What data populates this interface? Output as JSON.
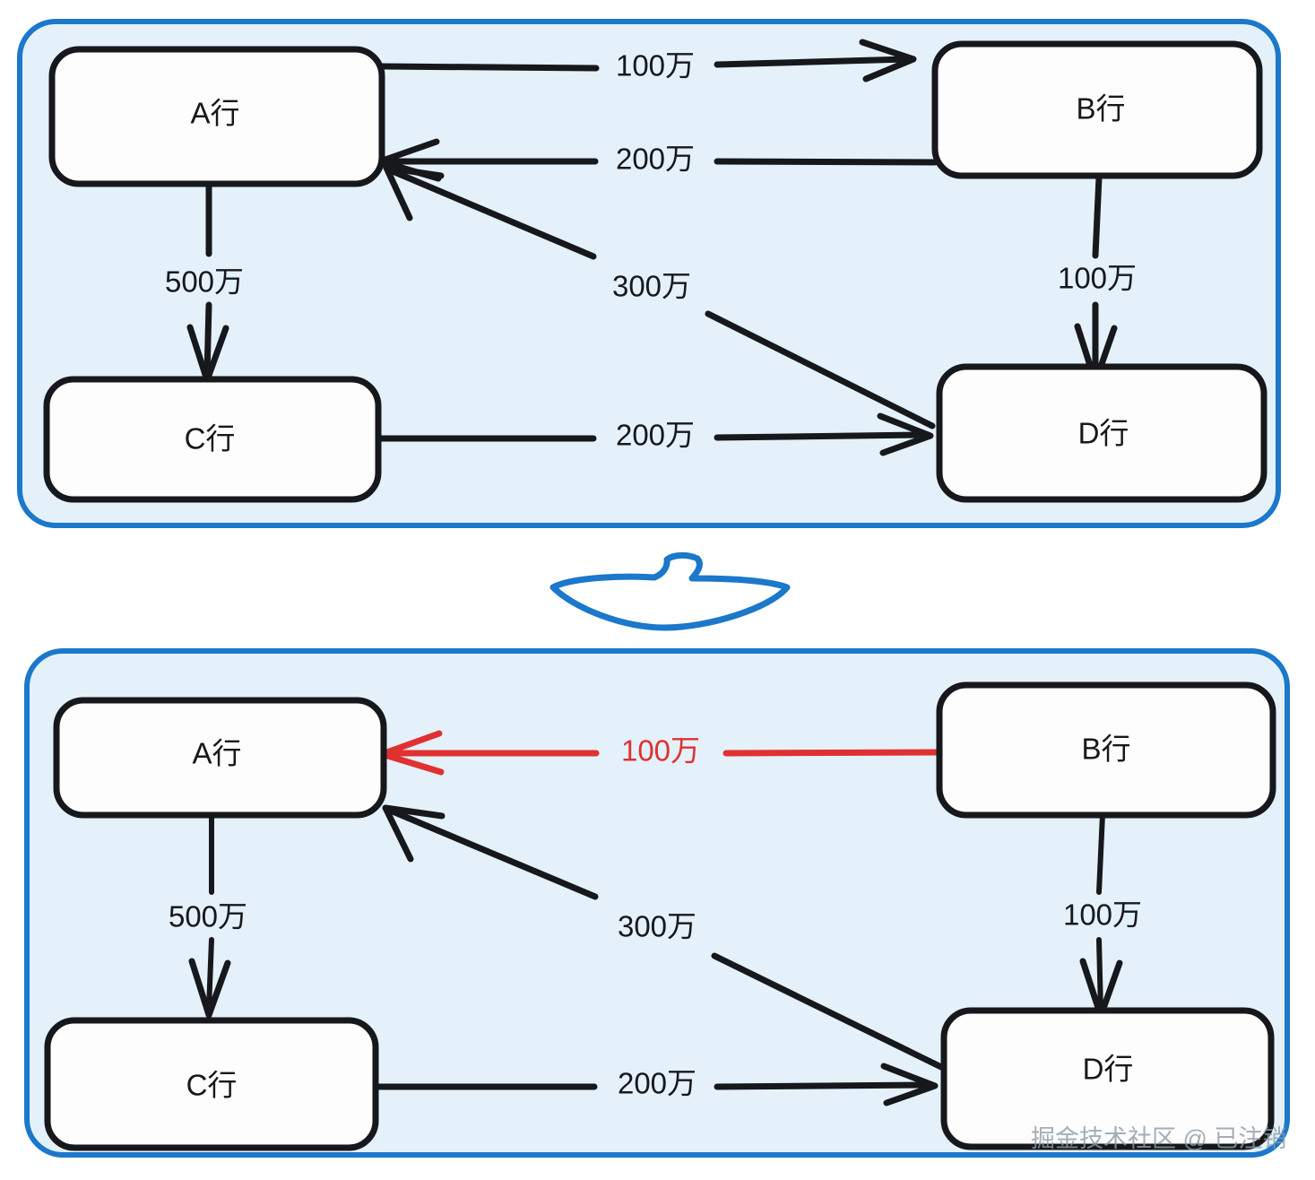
{
  "figure": {
    "type": "diagram",
    "subtype": "flowchart-before-after",
    "background_color": "#ffffff",
    "panel_fill": "#e4f1fb",
    "panel_border_color": "#1b78ca",
    "node_fill": "#fdfdfd",
    "node_border_color": "#17181c",
    "edge_color": "#17181c",
    "highlight_color": "#e03131",
    "transition_icon": "down-arrow-icon"
  },
  "panels": [
    {
      "id": "before",
      "nodes": [
        {
          "id": "A",
          "label": "A行"
        },
        {
          "id": "B",
          "label": "B行"
        },
        {
          "id": "C",
          "label": "C行"
        },
        {
          "id": "D",
          "label": "D行"
        }
      ],
      "edges": [
        {
          "from": "A",
          "to": "B",
          "label": "100万",
          "color": "#17181c"
        },
        {
          "from": "B",
          "to": "A",
          "label": "200万",
          "color": "#17181c"
        },
        {
          "from": "A",
          "to": "C",
          "label": "500万",
          "color": "#17181c"
        },
        {
          "from": "B",
          "to": "D",
          "label": "100万",
          "color": "#17181c"
        },
        {
          "from": "D",
          "to": "A",
          "label": "300万",
          "color": "#17181c"
        },
        {
          "from": "C",
          "to": "D",
          "label": "200万",
          "color": "#17181c"
        }
      ]
    },
    {
      "id": "after",
      "nodes": [
        {
          "id": "A",
          "label": "A行"
        },
        {
          "id": "B",
          "label": "B行"
        },
        {
          "id": "C",
          "label": "C行"
        },
        {
          "id": "D",
          "label": "D行"
        }
      ],
      "edges": [
        {
          "from": "B",
          "to": "A",
          "label": "100万",
          "color": "#e03131"
        },
        {
          "from": "A",
          "to": "C",
          "label": "500万",
          "color": "#17181c"
        },
        {
          "from": "B",
          "to": "D",
          "label": "100万",
          "color": "#17181c"
        },
        {
          "from": "D",
          "to": "A",
          "label": "300万",
          "color": "#17181c"
        },
        {
          "from": "C",
          "to": "D",
          "label": "200万",
          "color": "#17181c"
        }
      ]
    }
  ],
  "labels": {
    "top_a": "A行",
    "top_b": "B行",
    "top_c": "C行",
    "top_d": "D行",
    "bot_a": "A行",
    "bot_b": "B行",
    "bot_c": "C行",
    "bot_d": "D行",
    "top_ab": "100万",
    "top_ba": "200万",
    "top_ac": "500万",
    "top_bd": "100万",
    "top_da": "300万",
    "top_cd": "200万",
    "bot_ba": "100万",
    "bot_ac": "500万",
    "bot_bd": "100万",
    "bot_da": "300万",
    "bot_cd": "200万"
  },
  "watermark": {
    "text": "掘金技术社区 @ 已注销"
  }
}
